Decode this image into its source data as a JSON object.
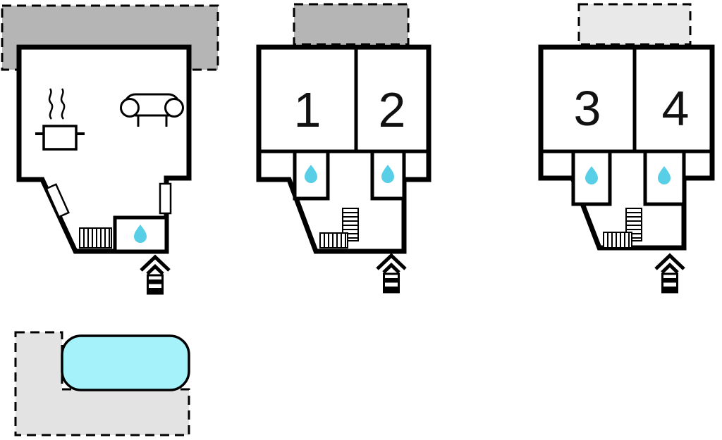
{
  "colors": {
    "background": "#ffffff",
    "wall": "#000000",
    "terrace_dark": "#b5b5b5",
    "terrace_light": "#e9e9e9",
    "patio": "#e3e3e3",
    "pool_fill": "#a5f2fb",
    "water_drop": "#58cfe6",
    "label": "#111111"
  },
  "floors": [
    {
      "name": "ground-floor",
      "rooms": [],
      "icons": [
        "terrace-dashed",
        "steam-stove-icon",
        "sofa-icon",
        "window",
        "window",
        "stairs-icon",
        "water-drop-icon",
        "entrance-arrow-icon"
      ]
    },
    {
      "name": "first-floor",
      "rooms": [
        {
          "label": "1"
        },
        {
          "label": "2"
        }
      ],
      "icons": [
        "terrace-dashed",
        "water-drop-icon",
        "water-drop-icon",
        "stairs-icon",
        "entrance-arrow-icon"
      ]
    },
    {
      "name": "second-floor",
      "rooms": [
        {
          "label": "3"
        },
        {
          "label": "4"
        }
      ],
      "icons": [
        "terrace-dashed",
        "water-drop-icon",
        "water-drop-icon",
        "stairs-icon",
        "entrance-arrow-icon"
      ]
    }
  ],
  "outdoor": {
    "name": "pool-terrace",
    "icons": [
      "patio-dashed",
      "swimming-pool"
    ]
  }
}
